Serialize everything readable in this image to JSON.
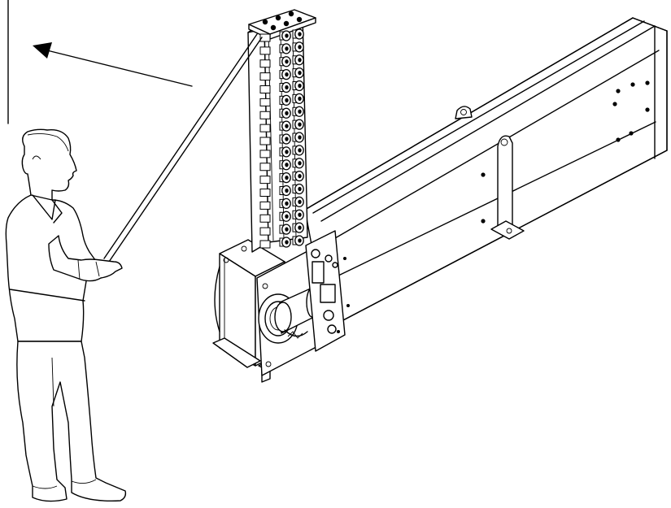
{
  "figure": {
    "type": "technical-line-drawing",
    "subject": [
      "operator-figure",
      "vertical-chain-column",
      "horizontal-beam-housing",
      "gearbox-with-shaft"
    ],
    "colors": {
      "line": "#000000",
      "background": "#ffffff"
    },
    "icons": [
      "left-arrow-icon"
    ],
    "column_roller_pairs": 17
  }
}
